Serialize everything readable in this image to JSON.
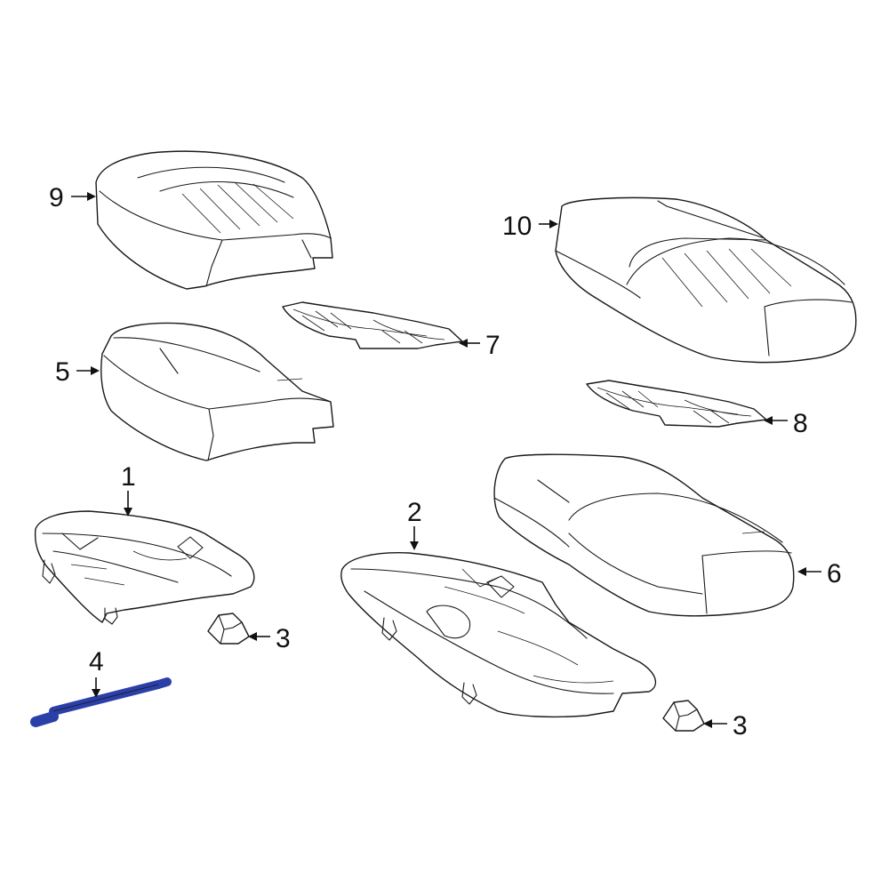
{
  "diagram": {
    "callouts": {
      "c1": "1",
      "c2": "2",
      "c3a": "3",
      "c3b": "3",
      "c4": "4",
      "c5": "5",
      "c6": "6",
      "c7": "7",
      "c8": "8",
      "c9": "9",
      "c10": "10"
    },
    "highlight_color": "#2b3fa8",
    "line_color": "#1a1a1a"
  }
}
